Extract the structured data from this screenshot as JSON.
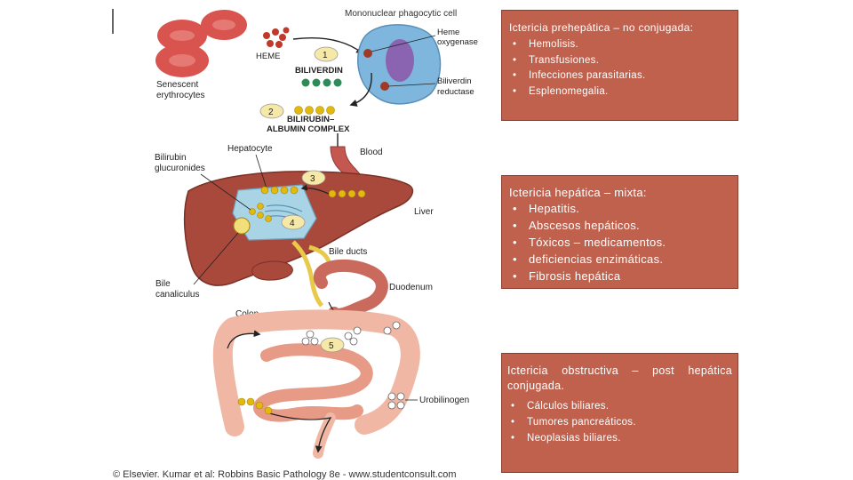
{
  "diagram": {
    "labels": {
      "mononuclear_cell": "Mononuclear phagocytic cell",
      "heme": "HEME",
      "heme_oxygenase_1": "Heme",
      "heme_oxygenase_2": "oxygenase",
      "senescent_1": "Senescent",
      "senescent_2": "erythrocytes",
      "biliverdin": "BILIVERDIN",
      "biliverdin_reductase_1": "Biliverdin",
      "biliverdin_reductase_2": "reductase",
      "complex_1": "BILIRUBIN–",
      "complex_2": "ALBUMIN COMPLEX",
      "hepatocyte": "Hepatocyte",
      "bilirubin_gluc_1": "Bilirubin",
      "bilirubin_gluc_2": "glucuronides",
      "blood": "Blood",
      "liver": "Liver",
      "bile_ducts": "Bile ducts",
      "bile_canaliculus_1": "Bile",
      "bile_canaliculus_2": "canaliculus",
      "duodenum": "Duodenum",
      "colon": "Colon",
      "urobilinogen": "Urobilinogen"
    },
    "steps": [
      "1",
      "2",
      "3",
      "4",
      "5"
    ],
    "colors": {
      "rbc": "#d9534f",
      "heme_dot": "#c0392b",
      "biliverdin_dot": "#2e8b57",
      "bilirubin_dot": "#e2b90c",
      "liver": "#a8493c",
      "hepatocyte": "#a9d4e6",
      "cell": "#7fb6dd",
      "nucleus": "#8a64b0",
      "bile": "#e8c94a",
      "vessel": "#c4574f",
      "intestine": "#f0b7a4",
      "panel": "#c0614d"
    }
  },
  "panels": {
    "prehepatic": {
      "title": "Ictericia prehepática – no conjugada:",
      "items": [
        "Hemolisis.",
        "Transfusiones.",
        "Infecciones parasitarias.",
        "Esplenomegalia."
      ]
    },
    "hepatic": {
      "title": "Ictericia hepática – mixta:",
      "items": [
        "Hepatitis.",
        "Abscesos hepáticos.",
        "Tóxicos – medicamentos.",
        "deficiencias enzimáticas.",
        "Fibrosis hepática"
      ]
    },
    "obstructive": {
      "title": "Ictericia obstructiva – post hepática conjugada.",
      "items": [
        "Cálculos biliares.",
        "Tumores pancreáticos.",
        "Neoplasias biliares."
      ]
    }
  },
  "footer": {
    "credit": "© Elsevier. Kumar et al: Robbins Basic Pathology 8e - www.studentconsult.com"
  }
}
